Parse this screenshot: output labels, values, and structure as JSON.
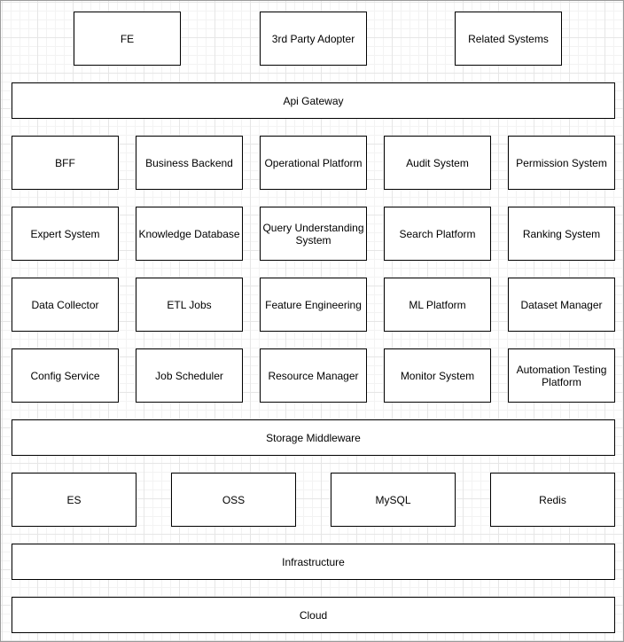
{
  "top_row": {
    "fe": "FE",
    "third_party": "3rd Party Adopter",
    "related": "Related Systems"
  },
  "api_gateway": "Api Gateway",
  "services": {
    "row1": [
      "BFF",
      "Business Backend",
      "Operational Platform",
      "Audit System",
      "Permission System"
    ],
    "row2": [
      "Expert System",
      "Knowledge Database",
      "Query Understanding System",
      "Search Platform",
      "Ranking System"
    ],
    "row3": [
      "Data Collector",
      "ETL Jobs",
      "Feature Engineering",
      "ML Platform",
      "Dataset Manager"
    ],
    "row4": [
      "Config Service",
      "Job Scheduler",
      "Resource Manager",
      "Monitor System",
      "Automation Testing Platform"
    ]
  },
  "storage_middleware": "Storage Middleware",
  "storage": [
    "ES",
    "OSS",
    "MySQL",
    "Redis"
  ],
  "infrastructure": "Infrastructure",
  "cloud": "Cloud"
}
